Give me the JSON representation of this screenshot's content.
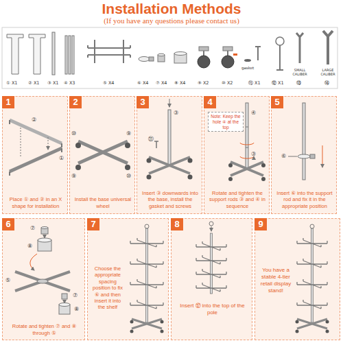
{
  "diagram": {
    "title": "Installation Methods",
    "nodes": [
      {
        "text": [
          "1",
          "Place ① and ② in an X shape for installation"
        ]
      },
      {
        "text": [
          "2",
          "Install the base universal wheel"
        ]
      },
      {
        "text": [
          "3",
          "Insert ③ downwards into the base, install the gasket and screws"
        ]
      },
      {
        "text": [
          "4",
          "Rotate and tighten the support rods ③ and ④ in sequence"
        ]
      },
      {
        "text": [
          "Note: Keep the hole ④ at the top"
        ],
        "in": 3
      },
      {
        "text": [
          "5",
          "Insert ⑥ into the support rod and fix it in the appropriate position"
        ]
      },
      {
        "text": [
          "6",
          "Rotate and tighten ⑦ and ⑧ through ⑤"
        ]
      },
      {
        "text": [
          "7",
          "Choose the appropriate spacing position to fix ⑥ and then insert it into the shelf"
        ]
      },
      {
        "text": [
          "8",
          "Insert ⑫ into the top of the pole"
        ]
      },
      {
        "text": [
          "9",
          "You have a stable 4-tier retail display stand!"
        ]
      }
    ],
    "labels": [
      "(If you have any questions please contact us)",
      "① X1",
      "② X1",
      "③ X1",
      "④ X3",
      "⑤ X4",
      "⑥ X4",
      "⑦ X4",
      "⑧ X4",
      "⑨ X2",
      "⑩ X2",
      "gasket",
      "⑪ X1",
      "⑫ X1",
      "SMALL CALIBER",
      "⑬",
      "LARGE CALIBER",
      "⑭",
      "②",
      "①",
      "⑩",
      "⑨",
      "⑨",
      "⑩",
      "③",
      "⑪",
      "④",
      "③",
      "⑥",
      "⑦",
      "⑧",
      "⑤",
      "⑦",
      "⑧"
    ]
  }
}
